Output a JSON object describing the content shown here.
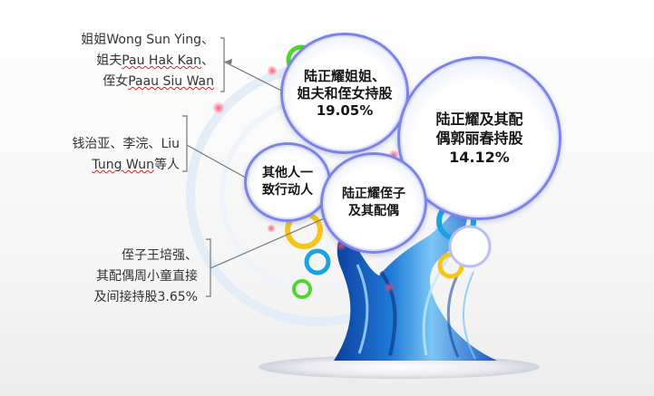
{
  "bubbles": [
    {
      "line1": "陆正耀姐姐、",
      "line2": "姐夫和侄女持股",
      "line3": "19.05%"
    },
    {
      "line1": "陆正耀及其配",
      "line2": "偶郭丽春持股",
      "line3": "14.12%"
    },
    {
      "line1": "其他人一",
      "line2": "致行动人"
    },
    {
      "line1": "陆正耀侄子",
      "line2": "及其配偶"
    }
  ],
  "notes": {
    "sister_group": {
      "l1a": "姐姐",
      "l1b": "Wong Sun Ying",
      "l1c": "、",
      "l2a": "姐夫",
      "l2b": "Pau Hak Kan",
      "l2c": "、",
      "l3a": "侄女",
      "l3b": "Paau Siu Wan"
    },
    "others": {
      "l1a": "钱治亚、李浣、",
      "l1b": "Liu",
      "l2a": "Tung Wun",
      "l2b": "等人"
    },
    "nephew": {
      "l1": "侄子王培强、",
      "l2": "其配偶周小童直接",
      "l3": "及间接持股3.65%"
    }
  },
  "colors": {
    "bubble_ring": "#7c84e6",
    "tree_blue": "#1e5fc4",
    "ring_green": "#52d62e",
    "ring_yellow": "#f5c518",
    "ring_cyan": "#1aa3e0",
    "dot_pink": "#ff6a8a",
    "connector": "#777777"
  }
}
